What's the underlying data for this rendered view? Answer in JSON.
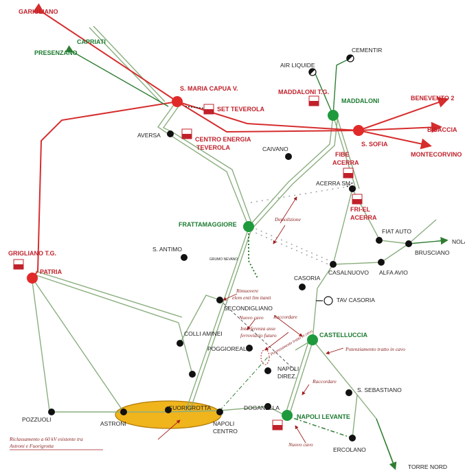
{
  "colors": {
    "line_380kv": "#d62d2d",
    "line_220kv": "#2e7d32",
    "line_150kv": "#8aae7e",
    "demolition": "#a9a9a9",
    "highlight_fill": "#f0b41c",
    "annotation": "#a31e1e"
  },
  "labels": {
    "garigliano": "GARIGLIANO",
    "capriati": "CAPRIATI",
    "presenzano": "PRESENZANO",
    "cementir": "CEMENTIR",
    "air_liquide": "AIR LIQUIDE",
    "maddaloni_tg": "MADDALONI T.G.",
    "maddaloni": "MADDALONI",
    "benevento": "BENEVENTO  2",
    "bisaccia": "BISACCIA",
    "s_sofia": "S. SOFIA",
    "montecorvino": "MONTECORVINO",
    "s_maria_capua": "S. MARIA CAPUA V.",
    "set_teverola": "SET TEVEROLA",
    "aversa": "AVERSA",
    "centro_energia_1": "CENTRO ENERGIA",
    "centro_energia_2": "TEVEROLA",
    "caivano": "CAIVANO",
    "fibe_1": "FIBE",
    "fibe_2": "ACERRA",
    "acerra_sm": "ACERRA SM",
    "friel_1": "FRI-EL",
    "friel_2": "ACERRA",
    "frattamaggiore": "FRATTAMAGGIORE",
    "demolizione": "Demolizione",
    "fiat_auto": "FIAT AUTO",
    "nola": "NOLA",
    "brusciano": "BRUSCIANO",
    "s_antimo": "S. ANTIMO",
    "grumo_nevano": "GRUMO NEVANO",
    "gragliano_tg": "GRIGLIANO T.G.",
    "patria": "PATRIA",
    "casoria": "CASORIA",
    "casalnuovo": "CASALNUOVO",
    "alfa_avio": "ALFA AVIO",
    "rimuovere_1": "Rimuovere",
    "rimuovere_2": "elem enti lim itanti",
    "secondigliano": "SECONDIGLIANO",
    "tav_casoria": "TAV CASORIA",
    "nuovo_cavo_1": "Nuovo cavo",
    "raccordare_1": "Raccordare",
    "interferenza_1": "Interferenza asse",
    "interferenza_2": "ferroviario futuro",
    "castelluccia": "CASTELLUCCIA",
    "colli_aminei": "COLLI AMINEI",
    "poggioreale": "POGGIOREALE",
    "potenziamento_1": "Potenziamento tratto in cavo",
    "potenziamento_2": "Potenziamento tratto in cavo",
    "napoli_direz_1": "NAPOLI",
    "napoli_direz_2": "DIREZ.",
    "raccordare_2": "Raccordare",
    "s_sebastiano": "S. SEBASTIANO",
    "pozzuoli": "POZZUOLI",
    "astroni": "ASTRONI",
    "fuorigrotta": "FUORIGROTTA",
    "napoli_centro_1": "NAPOLI",
    "napoli_centro_2": "CENTRO",
    "doganella": "DOGANELLA",
    "napoli_levante": "NAPOLI LEVANTE",
    "nuovo_cavo_2": "Nuovo cavo",
    "ercolano": "ERCOLANO",
    "torre_nord": "TORRE NORD",
    "riclass_1": "Riclassamento a 60 kV esistente tra",
    "riclass_2": "Astroni e Fuorigrotta"
  }
}
